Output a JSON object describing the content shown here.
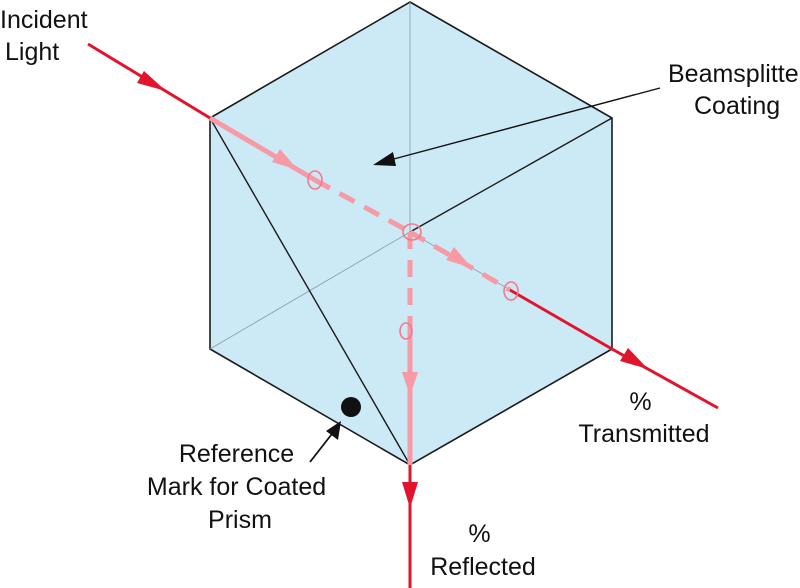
{
  "labels": {
    "incident": [
      "Incident",
      "Light"
    ],
    "coating": [
      "Beamsplitter",
      "Coating"
    ],
    "transmitted": [
      "%",
      "Transmitted"
    ],
    "reflected": [
      "%",
      "Reflected"
    ],
    "reference": [
      "Reference",
      "Mark for Coated",
      "Prism"
    ]
  },
  "colors": {
    "cube_fill": "#cce9f6",
    "edge": "#1a1a1a",
    "hidden_edge": "#8a9aa4",
    "beam": "#e2132c",
    "beam_inside": "#f79aa6",
    "mark": "#111111"
  }
}
